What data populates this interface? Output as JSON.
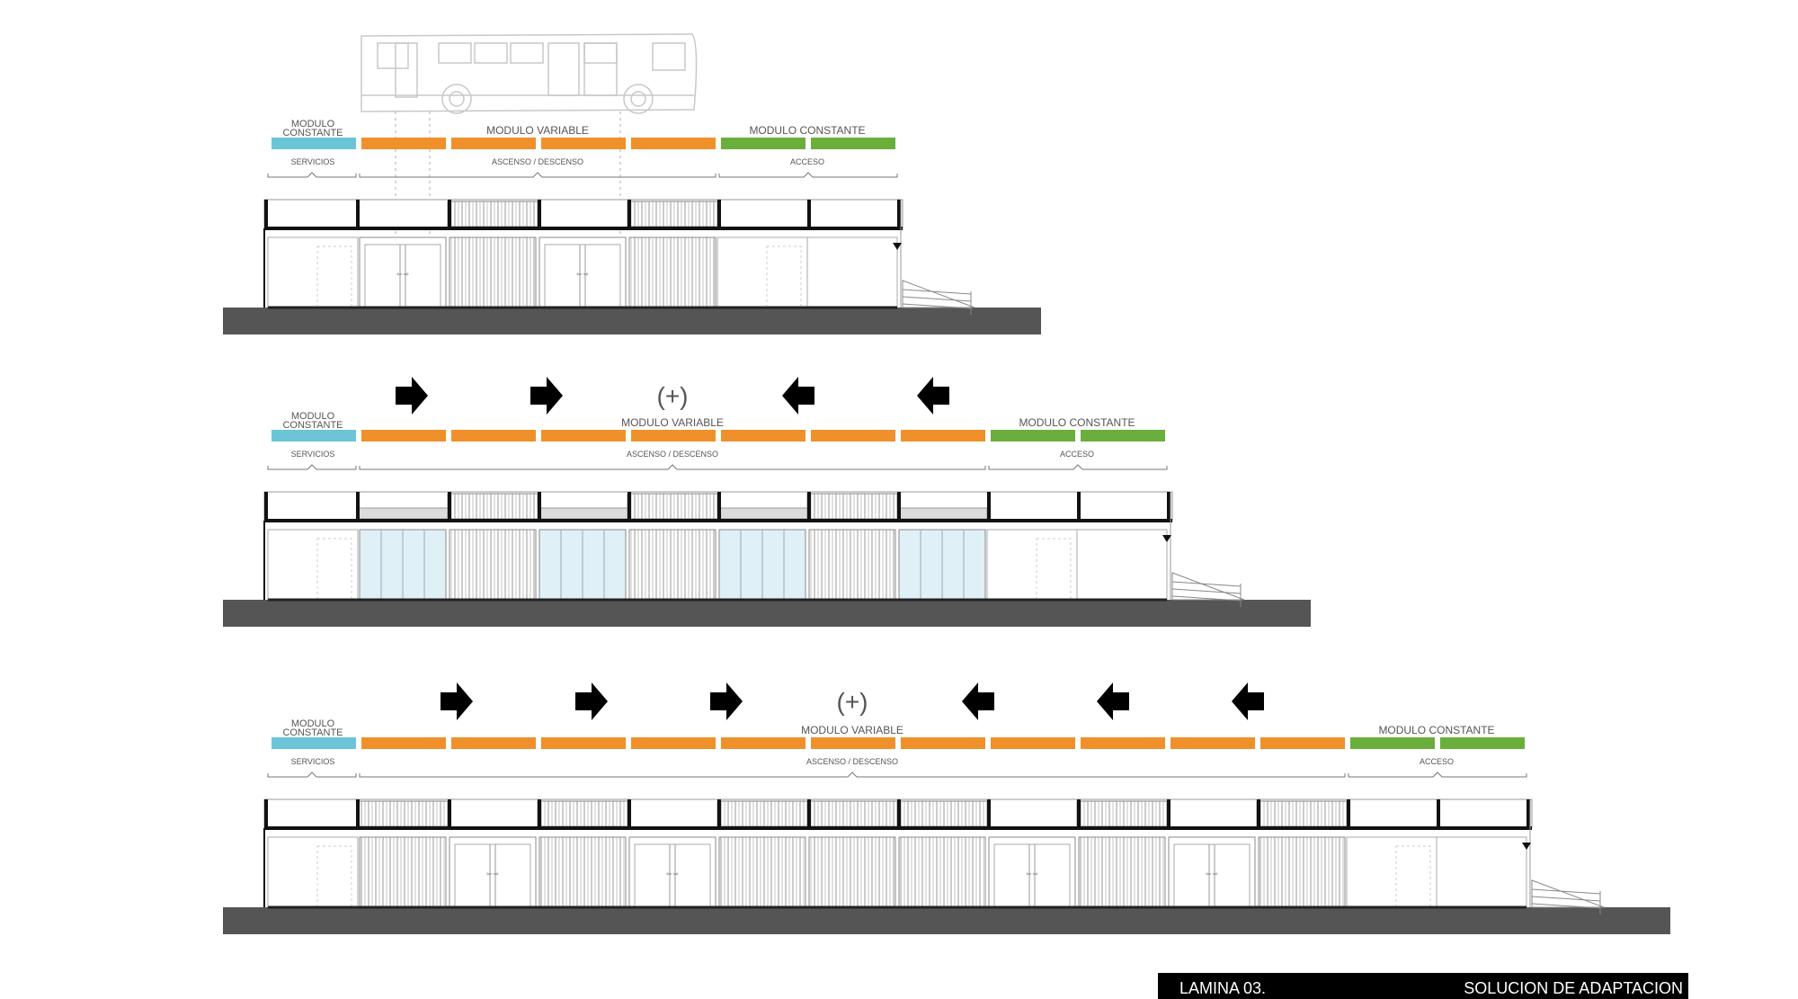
{
  "colors": {
    "services": "#6cc5d6",
    "variable": "#f0902b",
    "access": "#6aae3c",
    "ground": "#555555",
    "glass": "#dff0f6"
  },
  "labels": {
    "modulo_constante_line1": "MODULO",
    "modulo_constante_line2": "CONSTANTE",
    "modulo_variable": "MODULO VARIABLE",
    "modulo_constante": "MODULO CONSTANTE",
    "servicios": "SERVICIOS",
    "ascenso_descenso": "ASCENSO / DESCENSO",
    "acceso": "ACCESO",
    "expansion": "(+)"
  },
  "elevations": [
    {
      "variable_modules": 4,
      "arrow_pairs": 0,
      "fill": "door"
    },
    {
      "variable_modules": 7,
      "arrow_pairs": 2,
      "fill": "glass"
    },
    {
      "variable_modules": 11,
      "arrow_pairs": 3,
      "fill": "door"
    }
  ],
  "footer": {
    "sheet": "LAMINA 03.",
    "title": "SOLUCION DE ADAPTACION"
  }
}
